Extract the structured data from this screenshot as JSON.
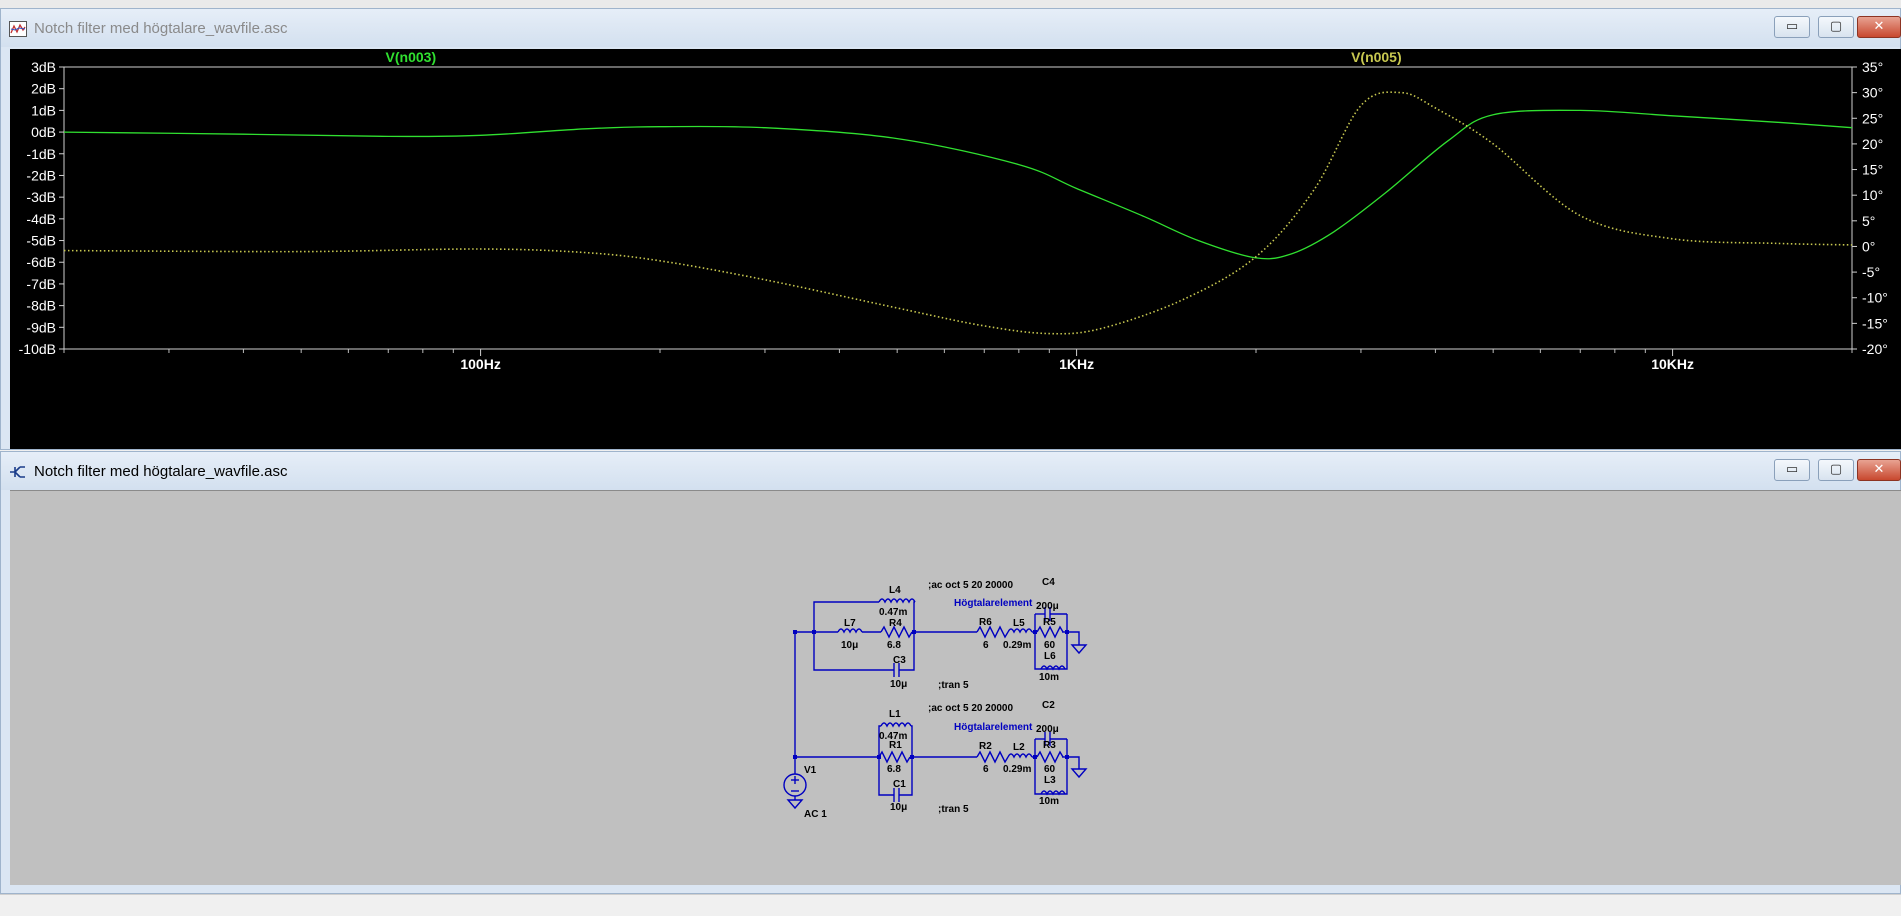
{
  "plot_window": {
    "title": "Notch filter med högtalare_wavfile.asc",
    "controls": {
      "minimize": "▭",
      "maximize": "▢",
      "close": "✕"
    }
  },
  "schematic_window": {
    "title": "Notch filter med högtalare_wavfile.asc",
    "controls": {
      "minimize": "▭",
      "maximize": "▢",
      "close": "✕"
    }
  },
  "chart_data": {
    "type": "line",
    "title": "",
    "x_scale": "log",
    "x_ticks": [
      "100Hz",
      "1KHz",
      "10KHz"
    ],
    "x_tick_values": [
      100,
      1000,
      10000
    ],
    "xlim": [
      20,
      20000
    ],
    "y_left_ticks": [
      "3dB",
      "2dB",
      "1dB",
      "0dB",
      "-1dB",
      "-2dB",
      "-3dB",
      "-4dB",
      "-5dB",
      "-6dB",
      "-7dB",
      "-8dB",
      "-9dB",
      "-10dB"
    ],
    "y_left_range": [
      -10,
      3
    ],
    "y_right_ticks": [
      "35°",
      "30°",
      "25°",
      "20°",
      "15°",
      "10°",
      "5°",
      "0°",
      "-5°",
      "-10°",
      "-15°",
      "-20°"
    ],
    "y_right_range": [
      -20,
      35
    ],
    "background": "#000000",
    "series": [
      {
        "name": "V(n003)",
        "color": "#30e030",
        "style": "solid",
        "axis": "left",
        "x": [
          20,
          40,
          70,
          100,
          150,
          200,
          300,
          500,
          800,
          1000,
          1300,
          1600,
          2000,
          2300,
          2700,
          3300,
          4200,
          5000,
          7000,
          10000,
          15000,
          20000
        ],
        "values": [
          0,
          -0.1,
          -0.2,
          -0.15,
          0.15,
          0.25,
          0.2,
          -0.3,
          -1.5,
          -2.6,
          -3.9,
          -5.0,
          -5.8,
          -5.6,
          -4.6,
          -2.8,
          -0.4,
          0.8,
          1.0,
          0.75,
          0.45,
          0.2
        ]
      },
      {
        "name": "V(n005)",
        "color": "#c8c850",
        "style": "dotted",
        "axis": "right",
        "x": [
          20,
          50,
          100,
          150,
          200,
          300,
          500,
          700,
          900,
          1100,
          1500,
          2000,
          2500,
          3000,
          3500,
          4000,
          5000,
          7000,
          10000,
          15000,
          20000
        ],
        "values": [
          -0.8,
          -1.0,
          -0.5,
          -1.2,
          -2.8,
          -6.5,
          -12.0,
          -15.5,
          -17.0,
          -16.0,
          -10.5,
          -2.0,
          11.0,
          27.5,
          30.0,
          27.0,
          20.0,
          6.0,
          1.5,
          0.6,
          0.3
        ]
      }
    ]
  },
  "schematic": {
    "top_branch": {
      "directive_ac": ";ac oct 5 20 20000",
      "directive_tran": ";tran 5",
      "speaker_label": "Högtalarelement",
      "L4": {
        "name": "L4",
        "value": "0.47m"
      },
      "L7": {
        "name": "L7",
        "value": "10μ"
      },
      "R4": {
        "name": "R4",
        "value": "6.8"
      },
      "C3": {
        "name": "C3",
        "value": "10μ"
      },
      "R6": {
        "name": "R6",
        "value": "6"
      },
      "L5": {
        "name": "L5",
        "value": "0.29m"
      },
      "C4": {
        "name": "C4",
        "value": "200μ"
      },
      "R5": {
        "name": "R5",
        "value": "60"
      },
      "L6": {
        "name": "L6",
        "value": "10m"
      }
    },
    "bottom_branch": {
      "directive_ac": ";ac oct 5 20 20000",
      "directive_tran": ";tran 5",
      "speaker_label": "Högtalarelement",
      "L1": {
        "name": "L1",
        "value": "0.47m"
      },
      "R1": {
        "name": "R1",
        "value": "6.8"
      },
      "C1": {
        "name": "C1",
        "value": "10μ"
      },
      "R2": {
        "name": "R2",
        "value": "6"
      },
      "L2": {
        "name": "L2",
        "value": "0.29m"
      },
      "C2": {
        "name": "C2",
        "value": "200μ"
      },
      "R3": {
        "name": "R3",
        "value": "60"
      },
      "L3": {
        "name": "L3",
        "value": "10m"
      }
    },
    "source": {
      "name": "V1",
      "value": "AC 1"
    },
    "colors": {
      "wire": "#0000c0",
      "text": "#000000",
      "label": "#0000c0"
    }
  }
}
